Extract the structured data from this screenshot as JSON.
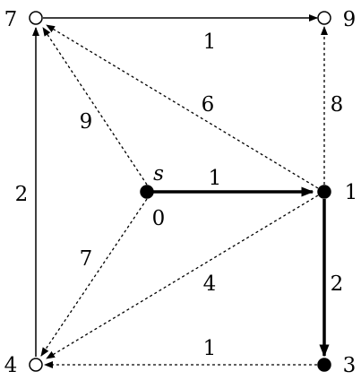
{
  "nodes": [
    {
      "id": "s",
      "label": "0",
      "tag": "s",
      "filled": true
    },
    {
      "id": "n1",
      "label": "1",
      "filled": true
    },
    {
      "id": "n3",
      "label": "3",
      "filled": true
    },
    {
      "id": "n4",
      "label": "4",
      "filled": false
    },
    {
      "id": "n7",
      "label": "7",
      "filled": false
    },
    {
      "id": "n9",
      "label": "9",
      "filled": false
    }
  ],
  "edges": [
    {
      "from": "n7",
      "to": "n9",
      "weight": "1",
      "style": "solid"
    },
    {
      "from": "n4",
      "to": "n7",
      "weight": "2",
      "style": "solid"
    },
    {
      "from": "s",
      "to": "n1",
      "weight": "1",
      "style": "bold"
    },
    {
      "from": "n1",
      "to": "n3",
      "weight": "2",
      "style": "bold"
    },
    {
      "from": "s",
      "to": "n7",
      "weight": "9",
      "style": "dotted"
    },
    {
      "from": "s",
      "to": "n4",
      "weight": "7",
      "style": "dotted"
    },
    {
      "from": "n1",
      "to": "n7",
      "weight": "6",
      "style": "dotted"
    },
    {
      "from": "n1",
      "to": "n9",
      "weight": "8",
      "style": "dotted"
    },
    {
      "from": "n1",
      "to": "n4",
      "weight": "4",
      "style": "dotted"
    },
    {
      "from": "n3",
      "to": "n4",
      "weight": "1",
      "style": "dotted"
    }
  ],
  "colors": {
    "ink": "#000000",
    "background": "#ffffff"
  }
}
